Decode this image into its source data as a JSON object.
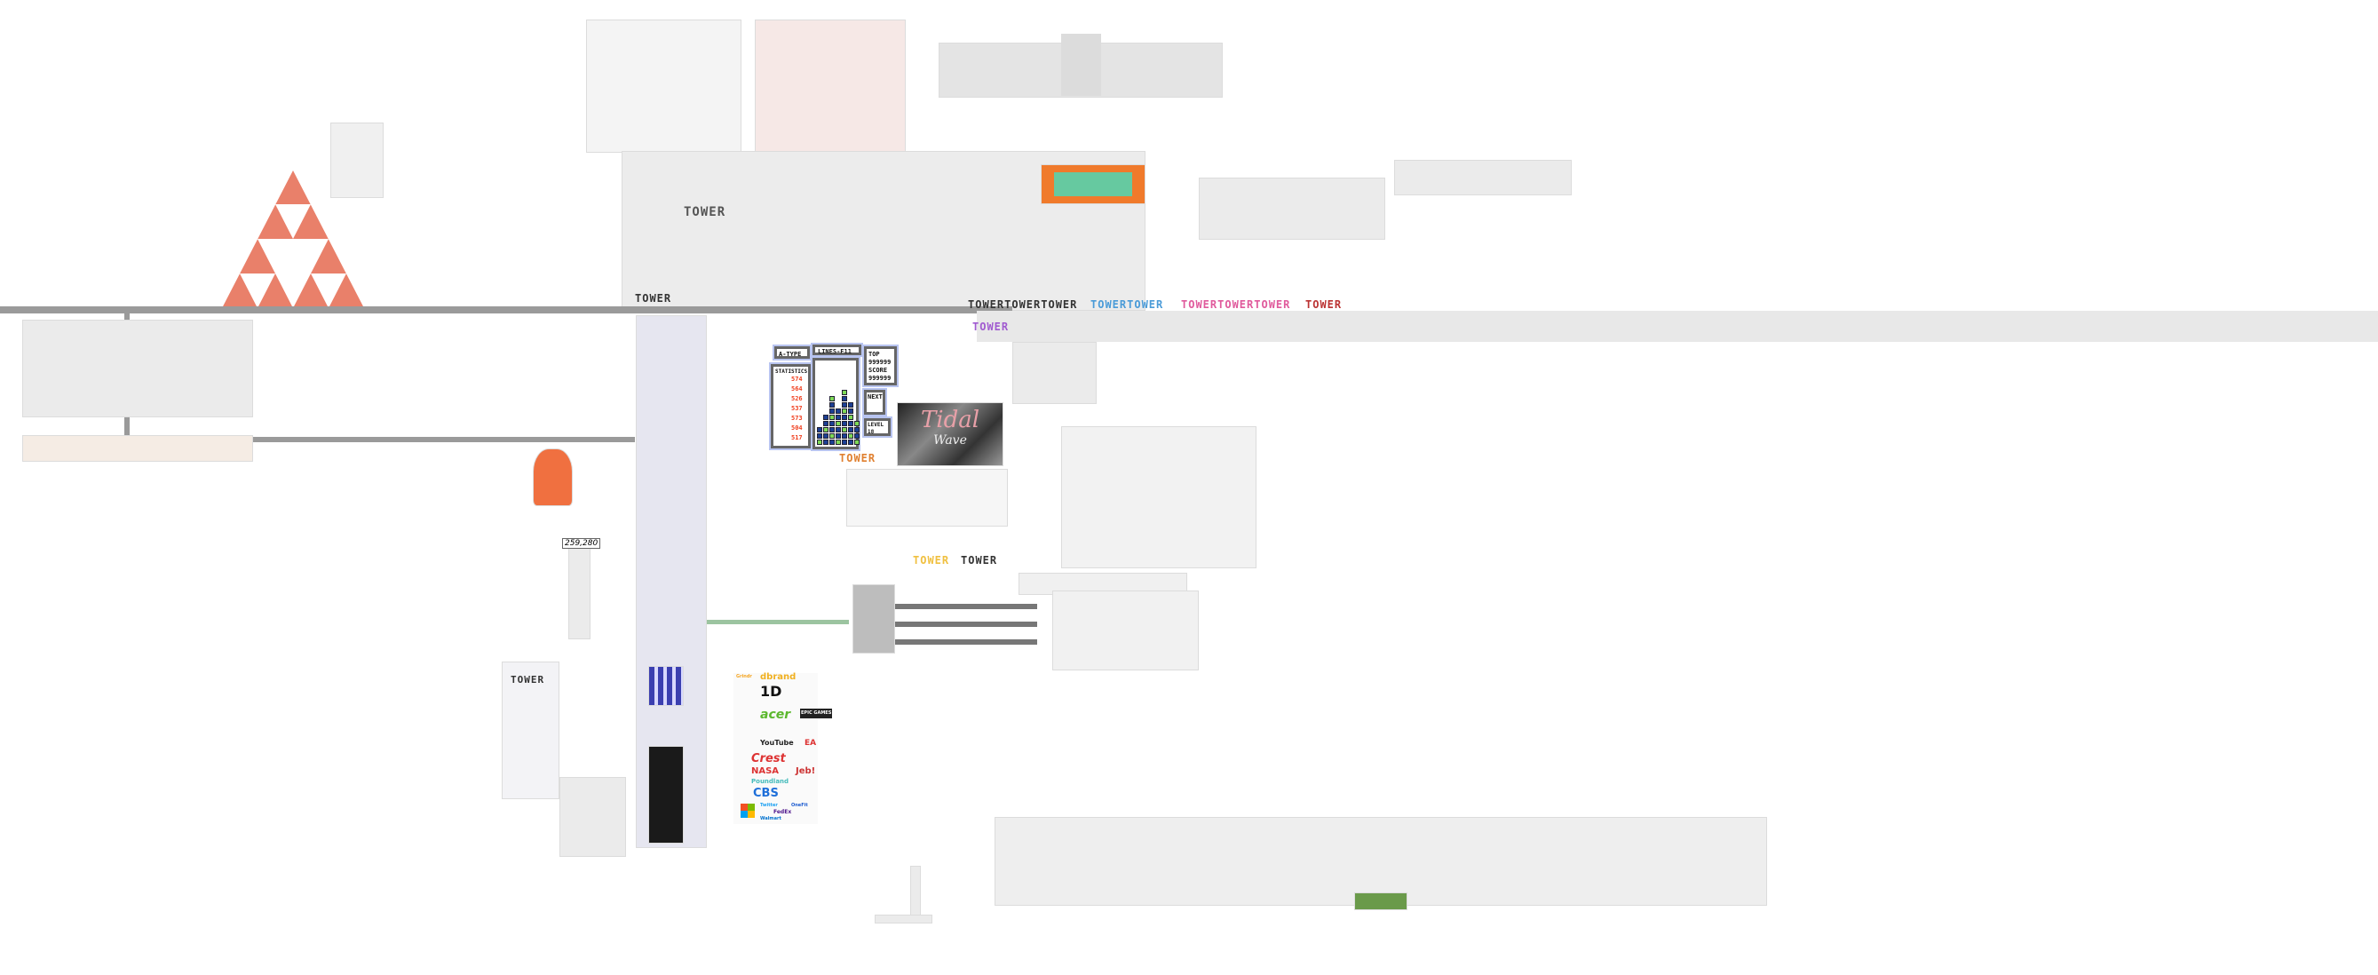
{
  "canvas": {
    "background": "#ffffff"
  },
  "tower_labels": [
    "TOWER",
    "TOWER",
    "TOWERTOWERTOWER",
    "TOWERTOWER",
    "TOWERTOWERTOWER",
    "TOWER",
    "TOWER",
    "TOWER",
    "TOWER",
    "TOWER",
    "TOWER"
  ],
  "tetris": {
    "mode": "A-TYPE",
    "lines": "LINES-F11",
    "top_label": "TOP",
    "top_value": "999999",
    "score_label": "SCORE",
    "score_value": "999999",
    "statistics_label": "STATISTICS",
    "stats": [
      "574",
      "564",
      "526",
      "537",
      "573",
      "504",
      "517"
    ],
    "next_label": "NEXT",
    "level_label": "LEVEL",
    "level_value": "18"
  },
  "artwork": {
    "tidal_line1": "Tidal",
    "tidal_line2": "Wave"
  },
  "counter": "259,280",
  "logos": [
    "dbrand",
    "1D",
    "acer",
    "EPIC GAMES",
    "YouTube",
    "EA",
    "Crest",
    "NASA",
    "Jeb!",
    "Poundland",
    "CBS",
    "Twitter",
    "FedEx",
    "Walmart",
    "OneFit",
    "Grindr"
  ],
  "colors": {
    "road": "#9a9a9a",
    "tile": "#ebebeb",
    "accent_orange": "#f26a2e",
    "tetris_blue": "#1c3f94",
    "tetris_green": "#7ed957"
  }
}
